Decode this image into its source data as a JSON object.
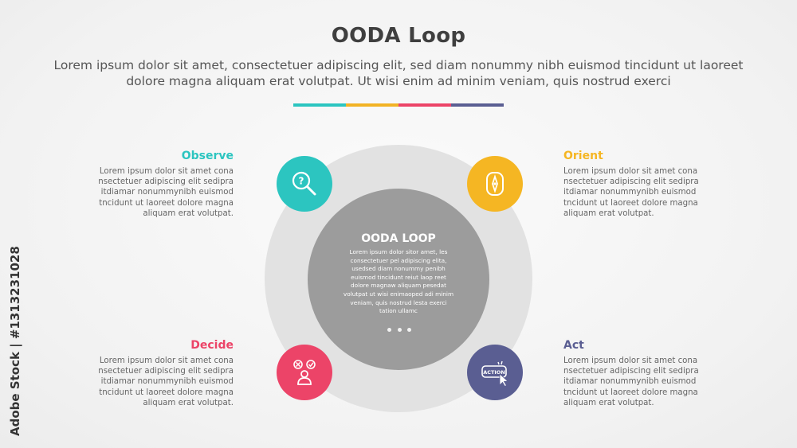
{
  "header": {
    "title": "OODA Loop",
    "subtitle": "Lorem ipsum dolor sit amet, consectetuer adipiscing elit, sed diam nonummy nibh euismod tincidunt ut laoreet dolore magna aliquam erat volutpat. Ut wisi enim ad minim veniam, quis nostrud exerci"
  },
  "divider_colors": [
    "#2cc5c0",
    "#f2b325",
    "#ec4468",
    "#5a5e92"
  ],
  "center": {
    "title": "OODA LOOP",
    "text": "Lorem ipsum dolor sitor amet, les consectetuer pel adipiscing elita, usedsed diam nonummy penibh euismod tincidunt reiut laop reet dolore magnaw aliquam pesedat volutpat ut wisi enimaoped adi minim veniam, quis nostrud lesta exerci tation ullamc"
  },
  "steps": [
    {
      "id": "observe",
      "title": "Observe",
      "color": "#2cc5c0",
      "icon": "magnifier-question-icon",
      "text": "Lorem ipsum dolor sit amet cona nsectetuer adipiscing elit sedipra itdiamar nonummynibh euismod tncidunt ut laoreet dolore magna aliquam erat volutpat."
    },
    {
      "id": "orient",
      "title": "Orient",
      "color": "#f5b623",
      "icon": "compass-icon",
      "text": "Lorem ipsum dolor sit amet cona nsectetuer adipiscing elit sedipra itdiamar nonummynibh euismod tncidunt ut laoreet dolore magna aliquam erat volutpat."
    },
    {
      "id": "decide",
      "title": "Decide",
      "color": "#ec4468",
      "icon": "person-decision-icon",
      "text": "Lorem ipsum dolor sit amet cona nsectetuer adipiscing elit sedipra itdiamar nonummynibh euismod tncidunt ut laoreet dolore magna aliquam erat volutpat."
    },
    {
      "id": "act",
      "title": "Act",
      "color": "#5a5e92",
      "icon": "action-click-icon",
      "icon_label": "ACTION",
      "text": "Lorem ipsum dolor sit amet cona nsectetuer adipiscing elit sedipra itdiamar nonummynibh euismod tncidunt ut laoreet dolore magna aliquam erat volutpat."
    }
  ],
  "watermark": "Adobe Stock | #1313231028"
}
